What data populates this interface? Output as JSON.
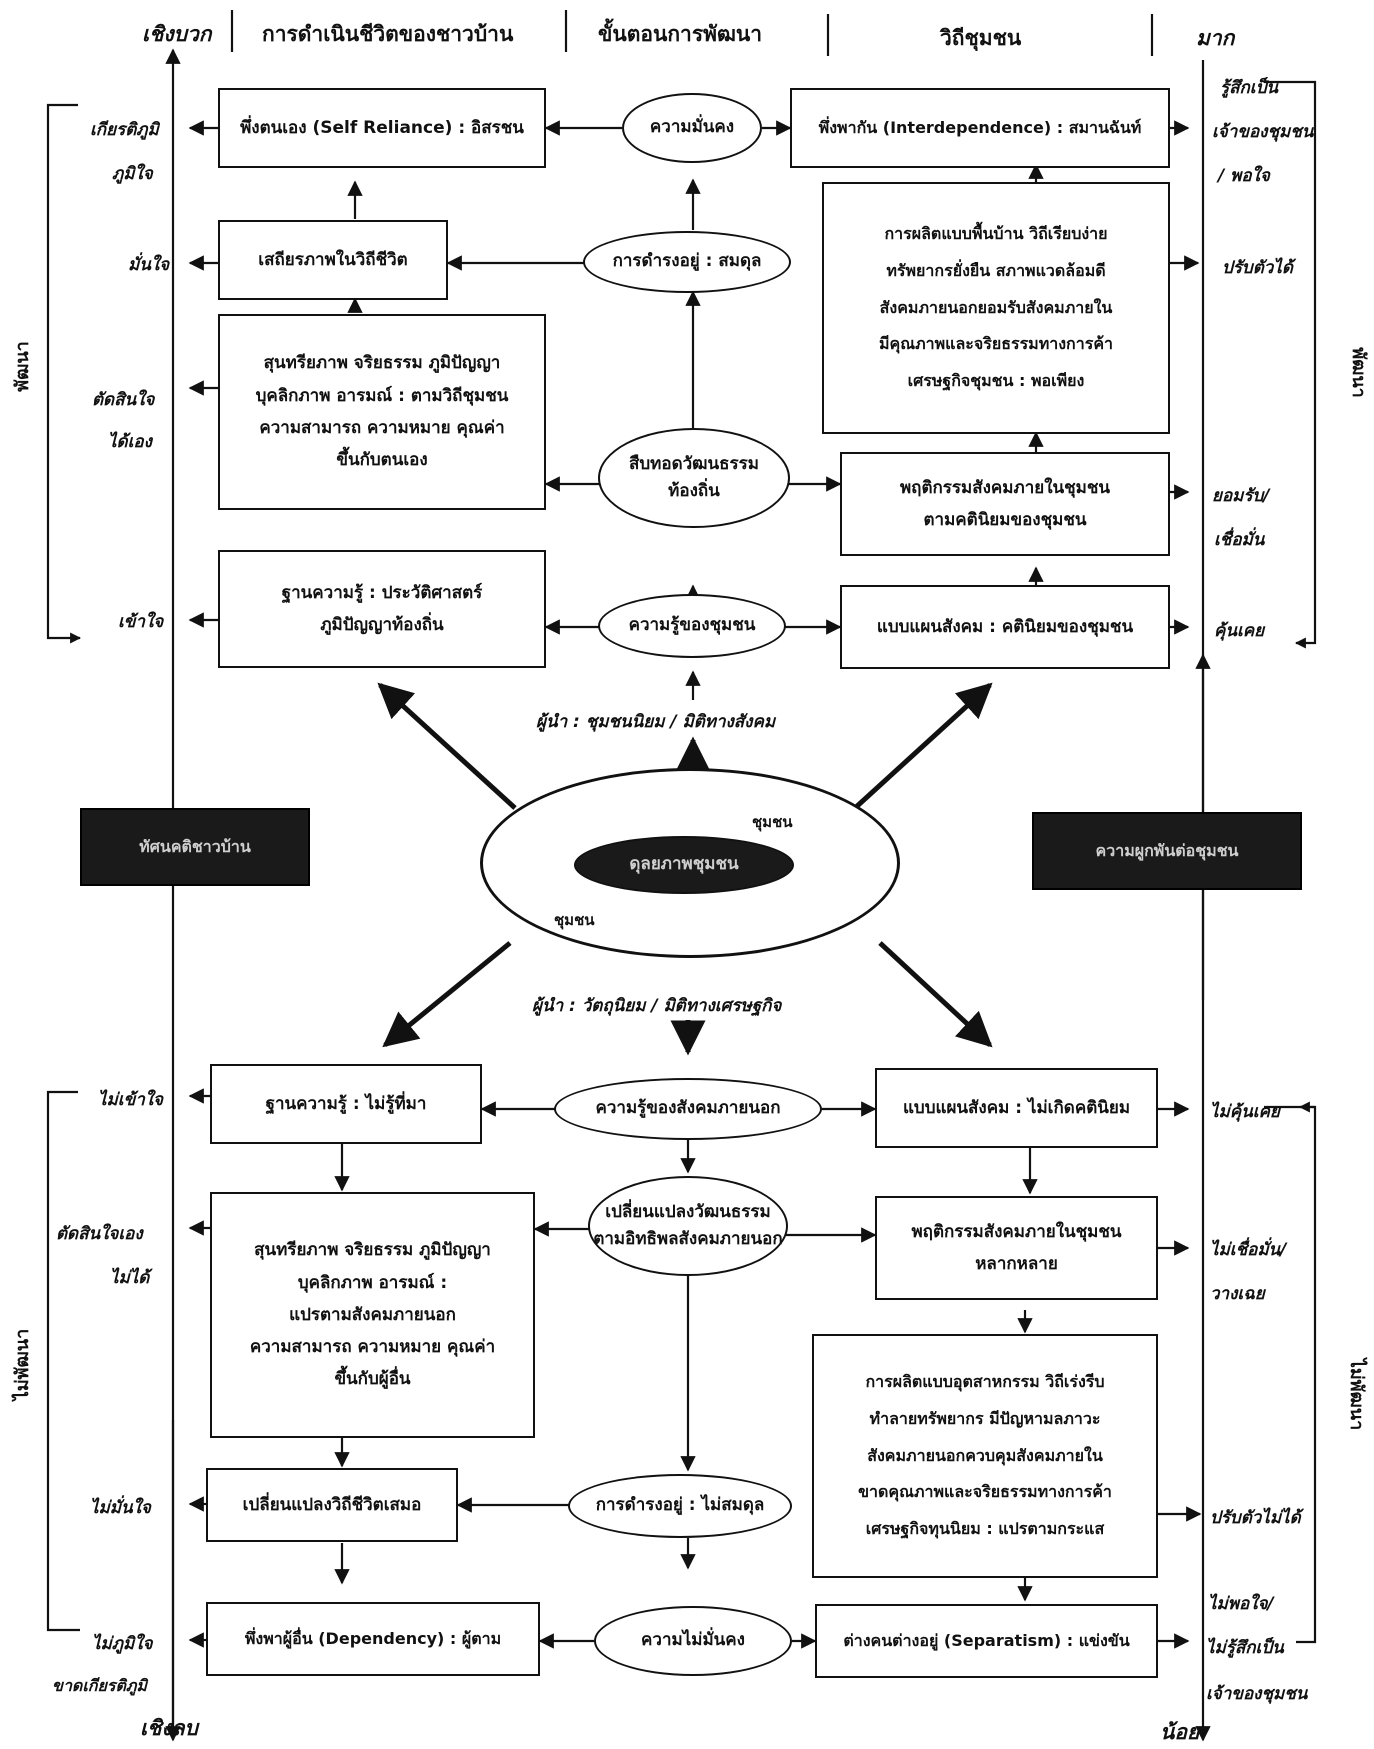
{
  "header": {
    "left_top": "เชิงบวก",
    "col1": "การดำเนินชีวิตของชาวบ้าน",
    "col2": "ขั้นตอนการพัฒนา",
    "col3": "วิถีชุมชน",
    "right_top": "มาก"
  },
  "footer": {
    "left_bottom": "เชิงลบ",
    "right_bottom": "น้อย"
  },
  "brackets": {
    "left_upper": "พัฒนา",
    "left_lower": "ไม่พัฒนา",
    "right_upper": "พัฒนา",
    "right_lower": "ไม่พัฒนา"
  },
  "center": {
    "inner": "ดุลยภาพชุมชน",
    "label_top": "ชุมชน",
    "label_bottom": "ชุมชน",
    "leader_top": "ผู้นำ : ชุมชนนิยม / มิติทางสังคม",
    "leader_bottom": "ผู้นำ : วัตถุนิยม / มิติทางเศรษฐกิจ"
  },
  "dark_labels": {
    "left": "ทัศนคติชาวบ้าน",
    "right": "ความผูกพันต่อชุมชน"
  },
  "top": {
    "ell1": "ความมั่นคง",
    "ell2": "การดำรงอยู่ : สมดุล",
    "ell3_1": "สืบทอดวัฒนธรรม",
    "ell3_2": "ท้องถิ่น",
    "ell4": "ความรู้ของชุมชน",
    "left_box1": "พึ่งตนเอง (Self Reliance) : อิสรชน",
    "left_box2": "เสถียรภาพในวิถีชีวิต",
    "left_box3": [
      "สุนทรียภาพ จริยธรรม ภูมิปัญญา",
      "บุคลิกภาพ อารมณ์ : ตามวิถีชุมชน",
      "ความสามารถ ความหมาย คุณค่า",
      "ขึ้นกับตนเอง"
    ],
    "left_box4": [
      "ฐานความรู้ : ประวัติศาสตร์",
      "ภูมิปัญญาท้องถิ่น"
    ],
    "right_box1": "พึ่งพากัน (Interdependence) : สมานฉันท์",
    "right_box2": [
      "การผลิตแบบพื้นบ้าน   วิถีเรียบง่าย",
      "ทรัพยากรยั่งยืน   สภาพแวดล้อมดี",
      "สังคมภายนอกยอมรับสังคมภายใน",
      "มีคุณภาพและจริยธรรมทางการค้า",
      "เศรษฐกิจชุมชน : พอเพียง"
    ],
    "right_box3": [
      "พฤติกรรมสังคมภายในชุมชน",
      "ตามคตินิยมของชุมชน"
    ],
    "right_box4": "แบบแผนสังคม : คตินิยมของชุมชน",
    "left_labels": [
      "เกียรติภูมิ",
      "ภูมิใจ",
      "มั่นใจ",
      "ตัดสินใจ",
      "ได้เอง",
      "เข้าใจ"
    ],
    "right_labels": [
      "รู้สึกเป็น",
      "เจ้าของชุมชน",
      "/ พอใจ",
      "ปรับตัวได้",
      "ยอมรับ/",
      "เชื่อมั่น",
      "คุ้นเคย"
    ]
  },
  "bottom": {
    "ell1": "ความรู้ของสังคมภายนอก",
    "ell2_1": "เปลี่ยนแปลงวัฒนธรรม",
    "ell2_2": "ตามอิทธิพลสังคมภายนอก",
    "ell3": "การดำรงอยู่ : ไม่สมดุล",
    "ell4": "ความไม่มั่นคง",
    "left_box1": "ฐานความรู้ : ไม่รู้ที่มา",
    "left_box2": [
      "สุนทรียภาพ จริยธรรม ภูมิปัญญา",
      "บุคลิกภาพ  อารมณ์ :",
      "แปรตามสังคมภายนอก",
      "ความสามารถ  ความหมาย คุณค่า",
      "ขึ้นกับผู้อื่น"
    ],
    "left_box3": "เปลี่ยนแปลงวิถีชีวิตเสมอ",
    "left_box4": "พึ่งพาผู้อื่น (Dependency) : ผู้ตาม",
    "right_box1": "แบบแผนสังคม : ไม่เกิดคตินิยม",
    "right_box2": [
      "พฤติกรรมสังคมภายในชุมชน",
      "หลากหลาย"
    ],
    "right_box3": [
      "การผลิตแบบอุตสาหกรรม  วิถีเร่งรีบ",
      "ทำลายทรัพยากร   มีปัญหามลภาวะ",
      "สังคมภายนอกควบคุมสังคมภายใน",
      "ขาดคุณภาพและจริยธรรมทางการค้า",
      "เศรษฐกิจทุนนิยม : แปรตามกระแส"
    ],
    "right_box4": "ต่างคนต่างอยู่ (Separatism) : แข่งขัน",
    "left_labels": [
      "ไม่เข้าใจ",
      "ตัดสินใจเอง",
      "ไม่ได้",
      "ไม่มั่นใจ",
      "ไม่ภูมิใจ",
      "ขาดเกียรติภูมิ"
    ],
    "right_labels": [
      "ไม่คุ้นเคย",
      "ไม่เชื่อมั่น/",
      "วางเฉย",
      "ปรับตัวไม่ได้",
      "ไม่พอใจ/",
      "ไม่รู้สึกเป็น",
      "เจ้าของชุมชน"
    ]
  }
}
